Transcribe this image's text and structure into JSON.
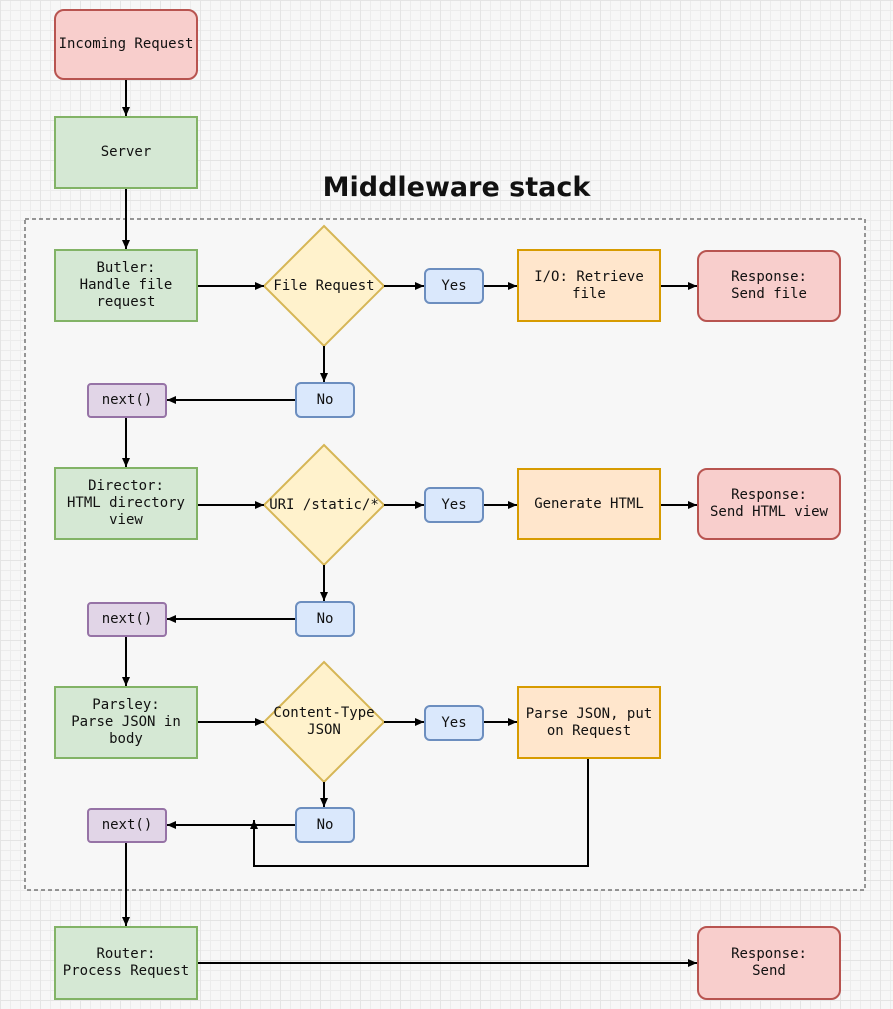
{
  "group_title": "Middleware stack",
  "nodes": {
    "incoming_request": "Incoming Request",
    "server": "Server",
    "butler": "Butler:\nHandle file request",
    "file_request": "File Request",
    "yes_1": "Yes",
    "retrieve_file": "I/O: Retrieve file",
    "response_file": "Response:\nSend file",
    "no_1": "No",
    "next_1": "next()",
    "director": "Director:\nHTML directory\nview",
    "uri_static": "URI /static/*",
    "yes_2": "Yes",
    "generate_html": "Generate HTML",
    "response_html": "Response:\nSend HTML view",
    "no_2": "No",
    "next_2": "next()",
    "parsley": "Parsley:\nParse JSON in\nbody",
    "content_type": "Content-Type\nJSON",
    "yes_3": "Yes",
    "parse_json": "Parse JSON, put\non Request",
    "no_3": "No",
    "next_3": "next()",
    "router": "Router:\nProcess Request",
    "response_send": "Response:\nSend"
  },
  "colors": {
    "red_fill": "#f8cecc",
    "red_stroke": "#b85450",
    "green_fill": "#d5e8d4",
    "green_stroke": "#82b366",
    "blue_fill": "#dae8fc",
    "blue_stroke": "#6c8ebf",
    "orange_fill": "#ffe6cc",
    "orange_stroke": "#d79b00",
    "purple_fill": "#e1d5e7",
    "purple_stroke": "#9673a6",
    "yellow_fill": "#fff2cc",
    "yellow_stroke": "#d6b656"
  }
}
